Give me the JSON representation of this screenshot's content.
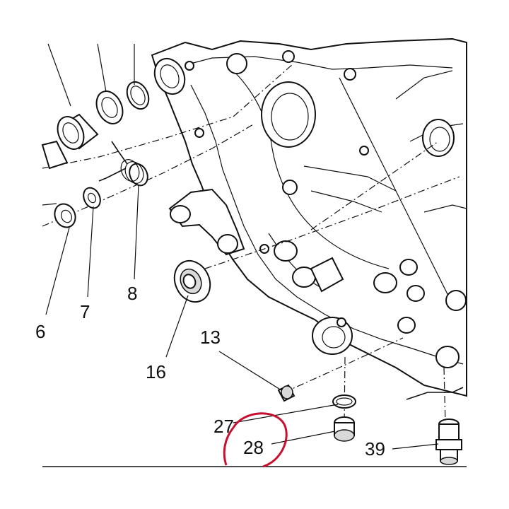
{
  "callouts": {
    "c6": "6",
    "c7": "7",
    "c8": "8",
    "c13": "13",
    "c16": "16",
    "c27": "27",
    "c28": "28",
    "c39": "39"
  },
  "highlight_color": "#c8102e",
  "line_color": "#111111"
}
